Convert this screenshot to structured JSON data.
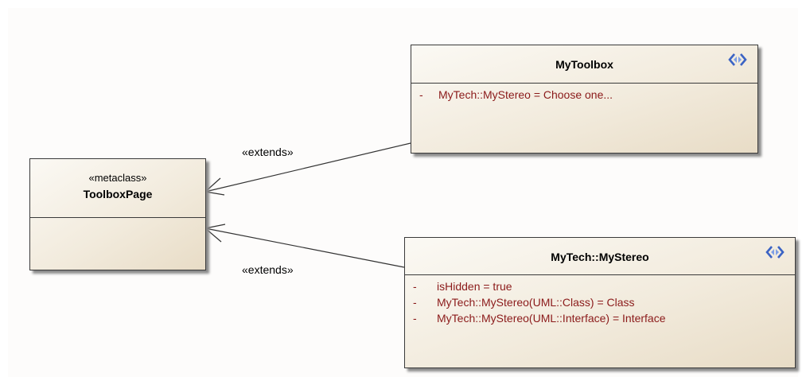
{
  "diagram": {
    "metaclass": {
      "stereotype": "«metaclass»",
      "name": "ToolboxPage"
    },
    "toolbox": {
      "name": "MyToolbox",
      "icon": "enumeration-icon",
      "attributes": [
        {
          "visibility": "-",
          "text": "MyTech::MyStereo = Choose one..."
        }
      ]
    },
    "stereo_class": {
      "name": "MyTech::MyStereo",
      "icon": "enumeration-icon",
      "attributes": [
        {
          "visibility": "-",
          "text": "isHidden = true"
        },
        {
          "visibility": "-",
          "text": "MyTech::MyStereo(UML::Class) = Class"
        },
        {
          "visibility": "-",
          "text": "MyTech::MyStereo(UML::Interface) = Interface"
        }
      ]
    },
    "connectors": [
      {
        "label": "«extends»",
        "from": "MyToolbox",
        "to": "ToolboxPage"
      },
      {
        "label": "«extends»",
        "from": "MyTech::MyStereo",
        "to": "ToolboxPage"
      }
    ],
    "colors": {
      "attribute_text": "#8b1a1a",
      "border": "#3a3a3a",
      "icon_blue": "#3b63c4"
    }
  }
}
